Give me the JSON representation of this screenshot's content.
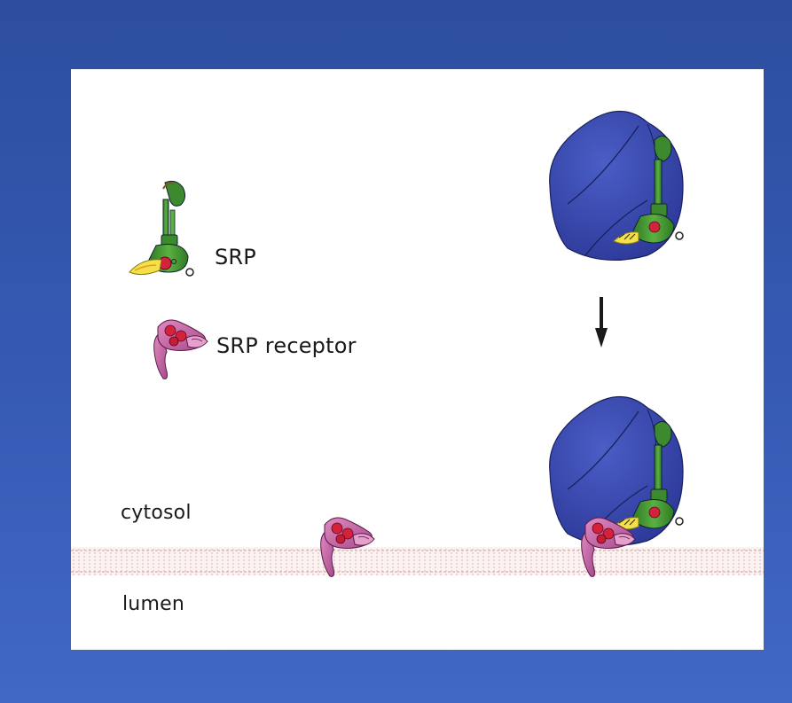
{
  "labels": {
    "srp": "SRP",
    "srp_receptor": "SRP receptor",
    "cytosol": "cytosol",
    "lumen": "lumen"
  },
  "colors": {
    "background": "#3559b3",
    "ribosome": "#3c4cb0",
    "srp_green": "#3d8a2e",
    "receptor_pink": "#c96aa8",
    "receptor_red": "#d2233a",
    "membrane": "#f2d6d6"
  }
}
